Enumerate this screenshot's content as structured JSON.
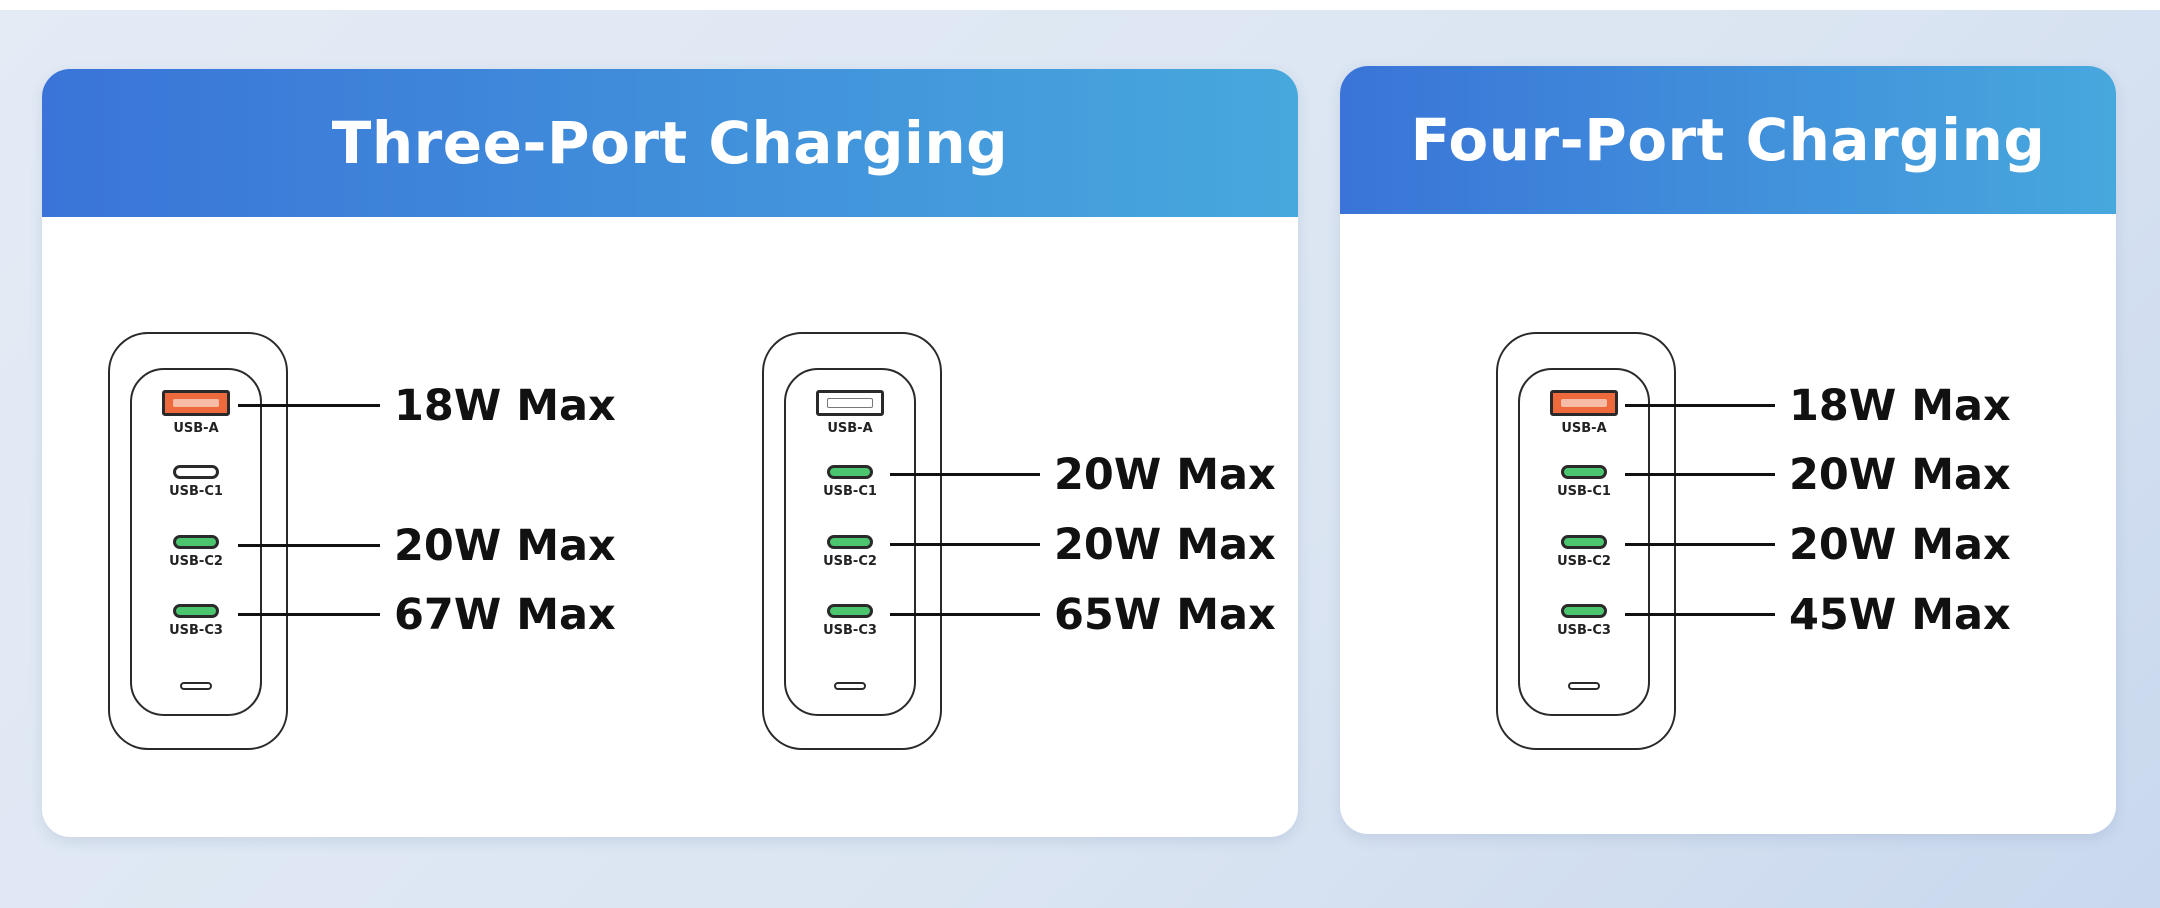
{
  "panels": [
    {
      "title": "Three-Port Charging",
      "chargers": [
        {
          "ports": [
            {
              "label": "USB-A",
              "type": "usb-a",
              "active": true,
              "color": "#ee6a3c"
            },
            {
              "label": "USB-C1",
              "type": "usb-c",
              "active": false
            },
            {
              "label": "USB-C2",
              "type": "usb-c",
              "active": true,
              "color": "#4cc66e"
            },
            {
              "label": "USB-C3",
              "type": "usb-c",
              "active": true,
              "color": "#4cc66e"
            }
          ],
          "outputs": [
            "18W Max",
            "20W Max",
            "67W Max"
          ]
        },
        {
          "ports": [
            {
              "label": "USB-A",
              "type": "usb-a",
              "active": false
            },
            {
              "label": "USB-C1",
              "type": "usb-c",
              "active": true,
              "color": "#4cc66e"
            },
            {
              "label": "USB-C2",
              "type": "usb-c",
              "active": true,
              "color": "#4cc66e"
            },
            {
              "label": "USB-C3",
              "type": "usb-c",
              "active": true,
              "color": "#4cc66e"
            }
          ],
          "outputs": [
            "20W Max",
            "20W Max",
            "65W Max"
          ]
        }
      ]
    },
    {
      "title": "Four-Port Charging",
      "chargers": [
        {
          "ports": [
            {
              "label": "USB-A",
              "type": "usb-a",
              "active": true,
              "color": "#ee6a3c"
            },
            {
              "label": "USB-C1",
              "type": "usb-c",
              "active": true,
              "color": "#4cc66e"
            },
            {
              "label": "USB-C2",
              "type": "usb-c",
              "active": true,
              "color": "#4cc66e"
            },
            {
              "label": "USB-C3",
              "type": "usb-c",
              "active": true,
              "color": "#4cc66e"
            }
          ],
          "outputs": [
            "18W Max",
            "20W Max",
            "20W Max",
            "45W Max"
          ]
        }
      ]
    }
  ],
  "colors": {
    "header_start": "#3a74d8",
    "header_end": "#47a8dd",
    "usb_a_active": "#ee6a3c",
    "usb_c_active": "#4cc66e"
  }
}
